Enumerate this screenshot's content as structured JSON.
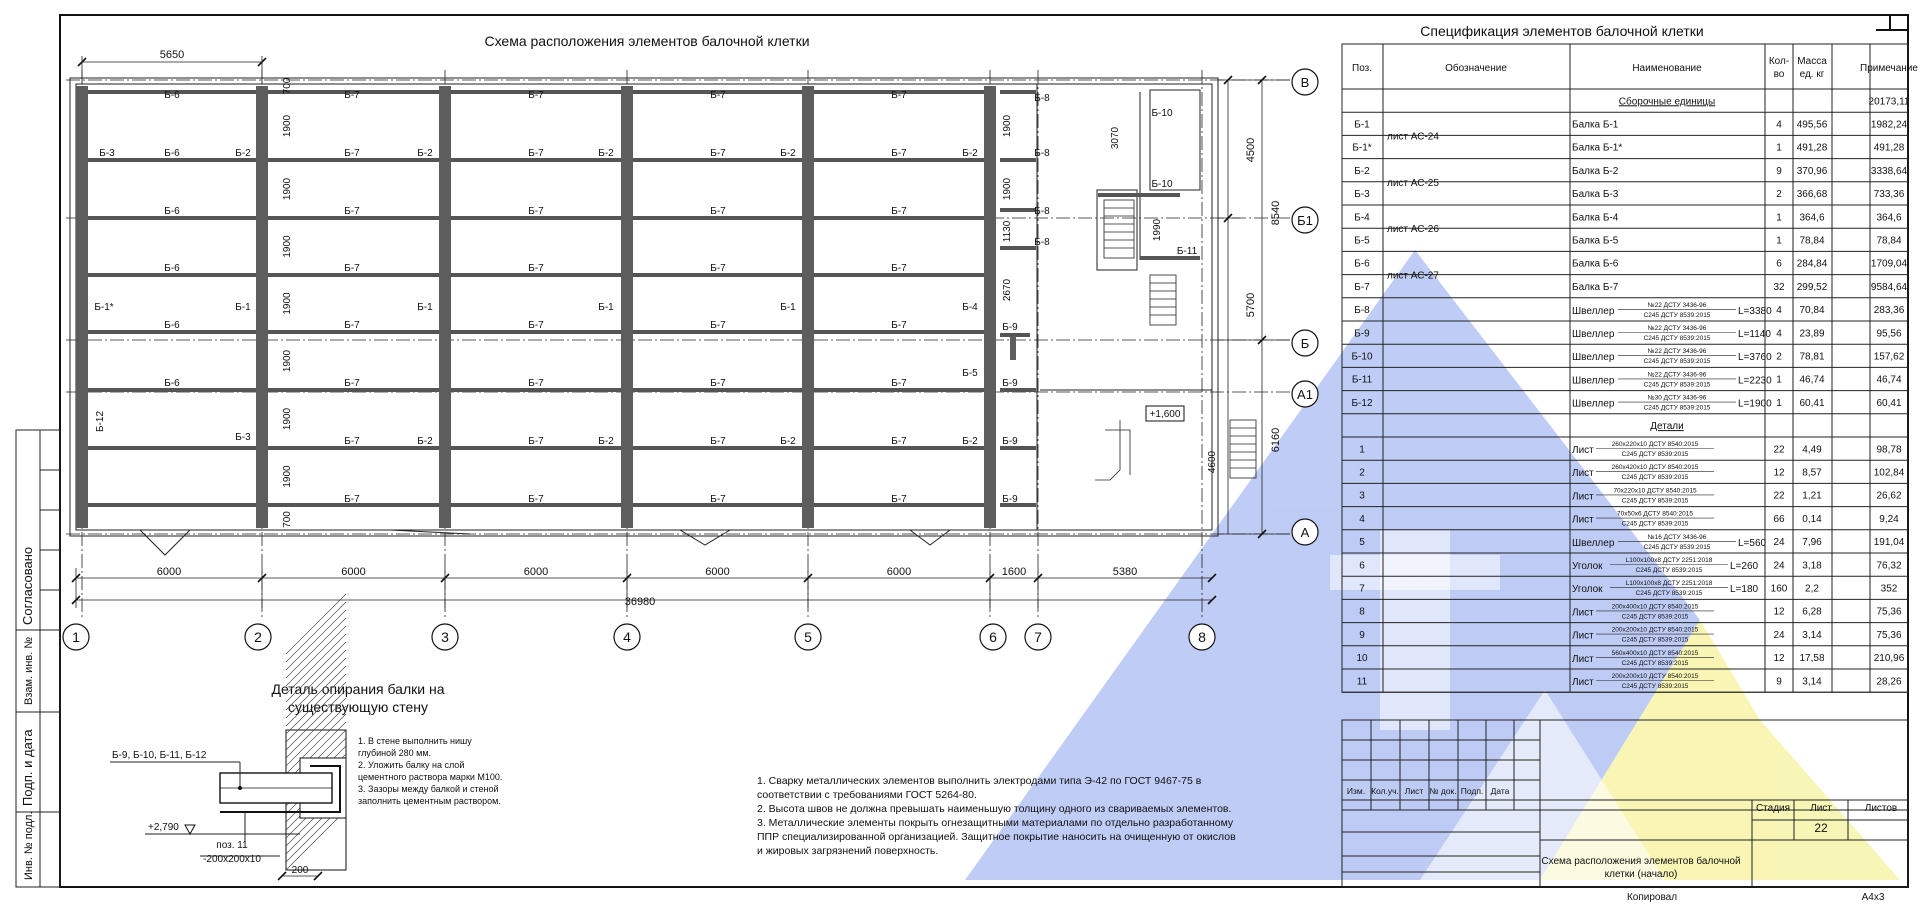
{
  "drawing": {
    "title": "Схема расположения элементов балочной клетки",
    "top_dim": "5650",
    "grid_labels": [
      "1",
      "2",
      "3",
      "4",
      "5",
      "6",
      "7",
      "8"
    ],
    "row_labels": [
      "В",
      "Б1",
      "Б",
      "А1",
      "А"
    ],
    "bay_dims": [
      "6000",
      "6000",
      "6000",
      "6000",
      "6000",
      "1600",
      "5380"
    ],
    "total_dim": "36980",
    "right_dims": [
      "4500",
      "8540",
      "5700",
      "6160"
    ],
    "v_dims_col2": [
      "700",
      "1900",
      "1900",
      "1900",
      "1900",
      "1900",
      "1900",
      "1900",
      "700"
    ],
    "v_dims_col6": [
      "1900",
      "1900",
      "1130",
      "2670"
    ],
    "right_v_dims": [
      "3070",
      "1990",
      "4600"
    ],
    "level_mark": "+1,600",
    "beam_labels": {
      "b6": "Б-6",
      "b7": "Б-7",
      "b8": "Б-8",
      "b9": "Б-9",
      "b10": "Б-10",
      "b11": "Б-11",
      "b1": "Б-1",
      "b1s": "Б-1*",
      "b2": "Б-2",
      "b3": "Б-3",
      "b4": "Б-4",
      "b5": "Б-5",
      "b12": "Б-12"
    }
  },
  "detail": {
    "title_line1": "Деталь опирания балки на",
    "title_line2": "существующую стену",
    "callout": "Б-9, Б-10, Б-11, Б-12",
    "level": "+2,790",
    "part_line1": "поз. 11",
    "part_line2": "-200х200х10",
    "width_dim": "200",
    "notes": [
      "1. В стене выполнить нишу",
      "глубиной 280 мм.",
      "2. Уложить балку на слой",
      "цементного раствора марки М100.",
      "3. Зазоры между балкой и стеной",
      "заполнить цементным раствором."
    ]
  },
  "general_notes": [
    "1. Сварку металлических элементов выполнить электродами типа Э-42 по ГОСТ 9467-75 в",
    "    соответствии с требованиями ГОСТ 5264-80.",
    "2. Высота швов не должна превышать наименьшую толщину одного из свариваемых элементов.",
    "3. Металлические элементы покрыть огнезащитными материалами по отдельно разработанному",
    "    ППР специализированной организацией. Защитное покрытие наносить на очищенную от окислов",
    "    и жировых загрязнений поверхность."
  ],
  "spec": {
    "title": "Спецификация элементов балочной клетки",
    "headers": {
      "pos": "Поз.",
      "designation": "Обозначение",
      "name": "Наименование",
      "qty1": "Кол-",
      "qty2": "во",
      "mass1": "Масса",
      "mass2": "ед. кг",
      "note": "Примечание"
    },
    "section_assembly": "Сборочные единицы",
    "assembly_total": "20173,11",
    "section_details": "Детали",
    "sheets": [
      "лист АС-24",
      "лист АС-25",
      "лист АС-26",
      "лист АС-27"
    ],
    "assembly_rows": [
      {
        "pos": "Б-1",
        "name": "Балка Б-1",
        "qty": "4",
        "mass": "495,56",
        "note": "1982,24"
      },
      {
        "pos": "Б-1*",
        "name": "Балка Б-1*",
        "qty": "1",
        "mass": "491,28",
        "note": "491,28"
      },
      {
        "pos": "Б-2",
        "name": "Балка Б-2",
        "qty": "9",
        "mass": "370,96",
        "note": "3338,64"
      },
      {
        "pos": "Б-3",
        "name": "Балка Б-3",
        "qty": "2",
        "mass": "366,68",
        "note": "733,36"
      },
      {
        "pos": "Б-4",
        "name": "Балка Б-4",
        "qty": "1",
        "mass": "364,6",
        "note": "364,6"
      },
      {
        "pos": "Б-5",
        "name": "Балка Б-5",
        "qty": "1",
        "mass": "78,84",
        "note": "78,84"
      },
      {
        "pos": "Б-6",
        "name": "Балка Б-6",
        "qty": "6",
        "mass": "284,84",
        "note": "1709,04"
      },
      {
        "pos": "Б-7",
        "name": "Балка Б-7",
        "qty": "32",
        "mass": "299,52",
        "note": "9584,64"
      }
    ],
    "channel_rows": [
      {
        "pos": "Б-8",
        "name": "Швеллер",
        "top": "№22 ДСТУ 3436-96",
        "bottom": "С245 ДСТУ 8539:2015",
        "len": "L=3380",
        "qty": "4",
        "mass": "70,84",
        "note": "283,36"
      },
      {
        "pos": "Б-9",
        "name": "Швеллер",
        "top": "№22 ДСТУ 3436-96",
        "bottom": "С245 ДСТУ 8539:2015",
        "len": "L=1140",
        "qty": "4",
        "mass": "23,89",
        "note": "95,56"
      },
      {
        "pos": "Б-10",
        "name": "Швеллер",
        "top": "№22 ДСТУ 3436-96",
        "bottom": "С245 ДСТУ 8539:2015",
        "len": "L=3760",
        "qty": "2",
        "mass": "78,81",
        "note": "157,62"
      },
      {
        "pos": "Б-11",
        "name": "Швеллер",
        "top": "№22 ДСТУ 3436-96",
        "bottom": "С245 ДСТУ 8539:2015",
        "len": "L=2230",
        "qty": "1",
        "mass": "46,74",
        "note": "46,74"
      },
      {
        "pos": "Б-12",
        "name": "Швеллер",
        "top": "№30 ДСТУ 3436-96",
        "bottom": "С245 ДСТУ 8539:2015",
        "len": "L=1900",
        "qty": "1",
        "mass": "60,41",
        "note": "60,41"
      }
    ],
    "detail_rows": [
      {
        "pos": "1",
        "name": "Лист",
        "top": "260х220х10 ДСТУ 8540:2015",
        "bottom": "С245 ДСТУ 8539:2015",
        "len": "",
        "qty": "22",
        "mass": "4,49",
        "note": "98,78"
      },
      {
        "pos": "2",
        "name": "Лист",
        "top": "260х420х10 ДСТУ 8540:2015",
        "bottom": "С245 ДСТУ 8539:2015",
        "len": "",
        "qty": "12",
        "mass": "8,57",
        "note": "102,84"
      },
      {
        "pos": "3",
        "name": "Лист",
        "top": "70х220х10 ДСТУ 8540:2015",
        "bottom": "С245 ДСТУ 8539:2015",
        "len": "",
        "qty": "22",
        "mass": "1,21",
        "note": "26,62"
      },
      {
        "pos": "4",
        "name": "Лист",
        "top": "70х50х6 ДСТУ 8540:2015",
        "bottom": "С245 ДСТУ 8539:2015",
        "len": "",
        "qty": "66",
        "mass": "0,14",
        "note": "9,24"
      },
      {
        "pos": "5",
        "name": "Швеллер",
        "top": "№16 ДСТУ 3436-96",
        "bottom": "С245 ДСТУ 8539:2015",
        "len": "L=560",
        "qty": "24",
        "mass": "7,96",
        "note": "191,04"
      },
      {
        "pos": "6",
        "name": "Уголок",
        "top": "L100х100х8 ДСТУ 2251:2018",
        "bottom": "С245 ДСТУ 8539:2015",
        "len": "L=260",
        "qty": "24",
        "mass": "3,18",
        "note": "76,32"
      },
      {
        "pos": "7",
        "name": "Уголок",
        "top": "L100х100х8 ДСТУ 2251:2018",
        "bottom": "С245 ДСТУ 8539:2015",
        "len": "L=180",
        "qty": "160",
        "mass": "2,2",
        "note": "352"
      },
      {
        "pos": "8",
        "name": "Лист",
        "top": "200х400х10 ДСТУ 8540:2015",
        "bottom": "С245 ДСТУ 8539:2015",
        "len": "",
        "qty": "12",
        "mass": "6,28",
        "note": "75,36"
      },
      {
        "pos": "9",
        "name": "Лист",
        "top": "200х200х10 ДСТУ 8540:2015",
        "bottom": "С245 ДСТУ 8539:2015",
        "len": "",
        "qty": "24",
        "mass": "3,14",
        "note": "75,36"
      },
      {
        "pos": "10",
        "name": "Лист",
        "top": "560х400х10 ДСТУ 8540:2015",
        "bottom": "С245 ДСТУ 8539:2015",
        "len": "",
        "qty": "12",
        "mass": "17,58",
        "note": "210,96"
      },
      {
        "pos": "11",
        "name": "Лист",
        "top": "200х200х10 ДСТУ 8540:2015",
        "bottom": "С245 ДСТУ 8539:2015",
        "len": "",
        "qty": "9",
        "mass": "3,14",
        "note": "28,26"
      }
    ]
  },
  "title_block": {
    "cols": [
      "Изм.",
      "Кол.уч.",
      "Лист",
      "№ док.",
      "Подп.",
      "Дата"
    ],
    "stage": "Стадия",
    "sheet": "Лист",
    "sheets": "Листов",
    "sheet_no": "22",
    "name_line1": "Схема расположения элементов балочной",
    "name_line2": "клетки (начало)",
    "copied": "Копировал",
    "format": "А4х3"
  },
  "side_stamp": [
    "Согласовано",
    "Взам. инв. №",
    "Подп. и дата",
    "Инв. № подл."
  ],
  "colors": {
    "watermark_blue": "#8aa3ee",
    "watermark_yellow": "#f3ee7a",
    "line": "#222222"
  }
}
